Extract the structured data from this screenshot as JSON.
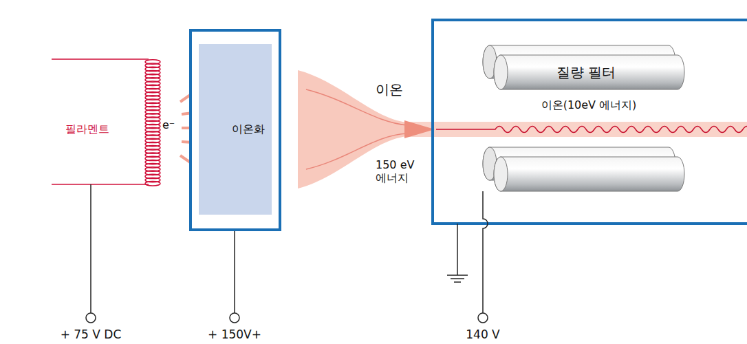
{
  "diagram": {
    "nodes": [
      {
        "text": [
          "이온화"
        ]
      },
      {
        "text": [
          "질량 필터"
        ]
      }
    ],
    "labels": [
      "필라멘트",
      "e⁻",
      "이온",
      "150 eV 에너지",
      "이온(10eV 에너지)",
      "+ 75 V DC",
      "+ 150V+",
      "140 V"
    ]
  }
}
